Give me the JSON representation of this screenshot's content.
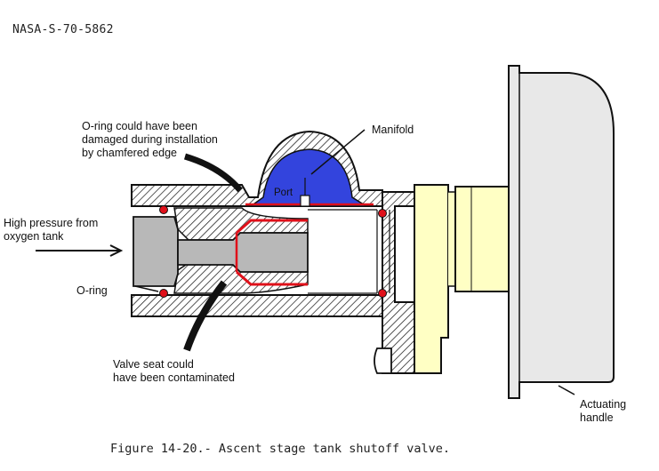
{
  "document_id": "NASA-S-70-5862",
  "caption": "Figure 14-20.- Ascent stage tank shutoff valve.",
  "labels": {
    "o_ring_damage": [
      "O-ring could have been",
      "damaged during installation",
      "by chamfered edge"
    ],
    "manifold": "Manifold",
    "port": "Port",
    "high_pressure": [
      "High pressure from",
      "oxygen tank"
    ],
    "o_ring": "O-ring",
    "valve_seat": [
      "Valve seat could",
      "have been contaminated"
    ],
    "actuating_handle": [
      "Actuating",
      "handle"
    ]
  },
  "colors": {
    "manifold_fill": "#3344dd",
    "seal_red": "#e0101a",
    "poppet_gray": "#b8b8b8",
    "yoke_yellow": "#ffffc4",
    "handle_gray": "#e8e8e8",
    "outline": "#111111"
  }
}
